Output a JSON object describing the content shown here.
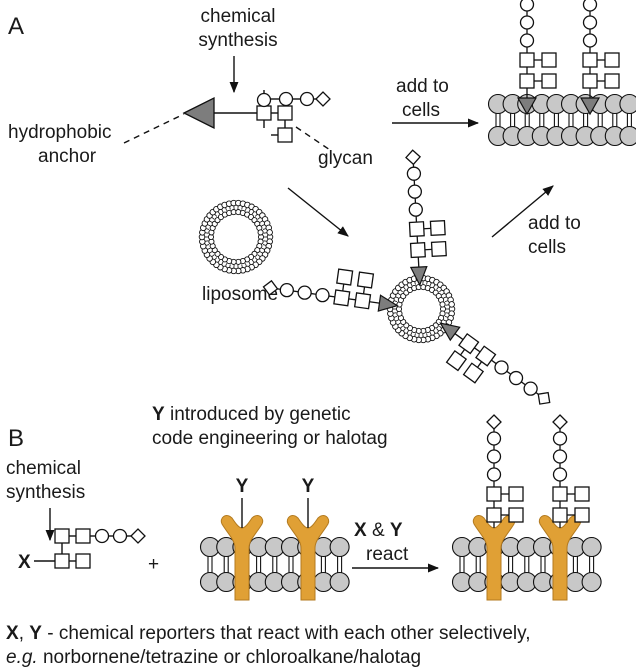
{
  "colors": {
    "lipid_head": "#c8c8c8",
    "anchor": "#7d7d7d",
    "protein": "#e0a035",
    "ink": "#111111"
  },
  "panelA": {
    "label": "A",
    "chemical_synthesis_1": "chemical",
    "chemical_synthesis_2": "synthesis",
    "hydrophobic_1": "hydrophobic",
    "hydrophobic_2": "anchor",
    "glycan": "glycan",
    "add_cells_top_1": "add to",
    "add_cells_top_2": "cells",
    "liposome": "liposome",
    "add_cells_mid_1": "add to",
    "add_cells_mid_2": "cells"
  },
  "panelB": {
    "label": "B",
    "y_intro_bold": "Y",
    "y_intro_rest": " introduced by genetic",
    "y_intro_2": "code engineering or halotag",
    "chemical_synthesis_1": "chemical",
    "chemical_synthesis_2": "synthesis",
    "x_label": "X",
    "plus": "+",
    "y_left": "Y",
    "y_right": "Y",
    "react_x": "X",
    "react_amp": " & ",
    "react_y": "Y",
    "react_word": "react"
  },
  "caption": {
    "x": "X",
    "comma": ", ",
    "y": "Y",
    "rest": " - chemical reporters that react with each other selectively,",
    "eg": "e.g.",
    "line2": " norbornene/tetrazine or chloroalkane/halotag"
  }
}
